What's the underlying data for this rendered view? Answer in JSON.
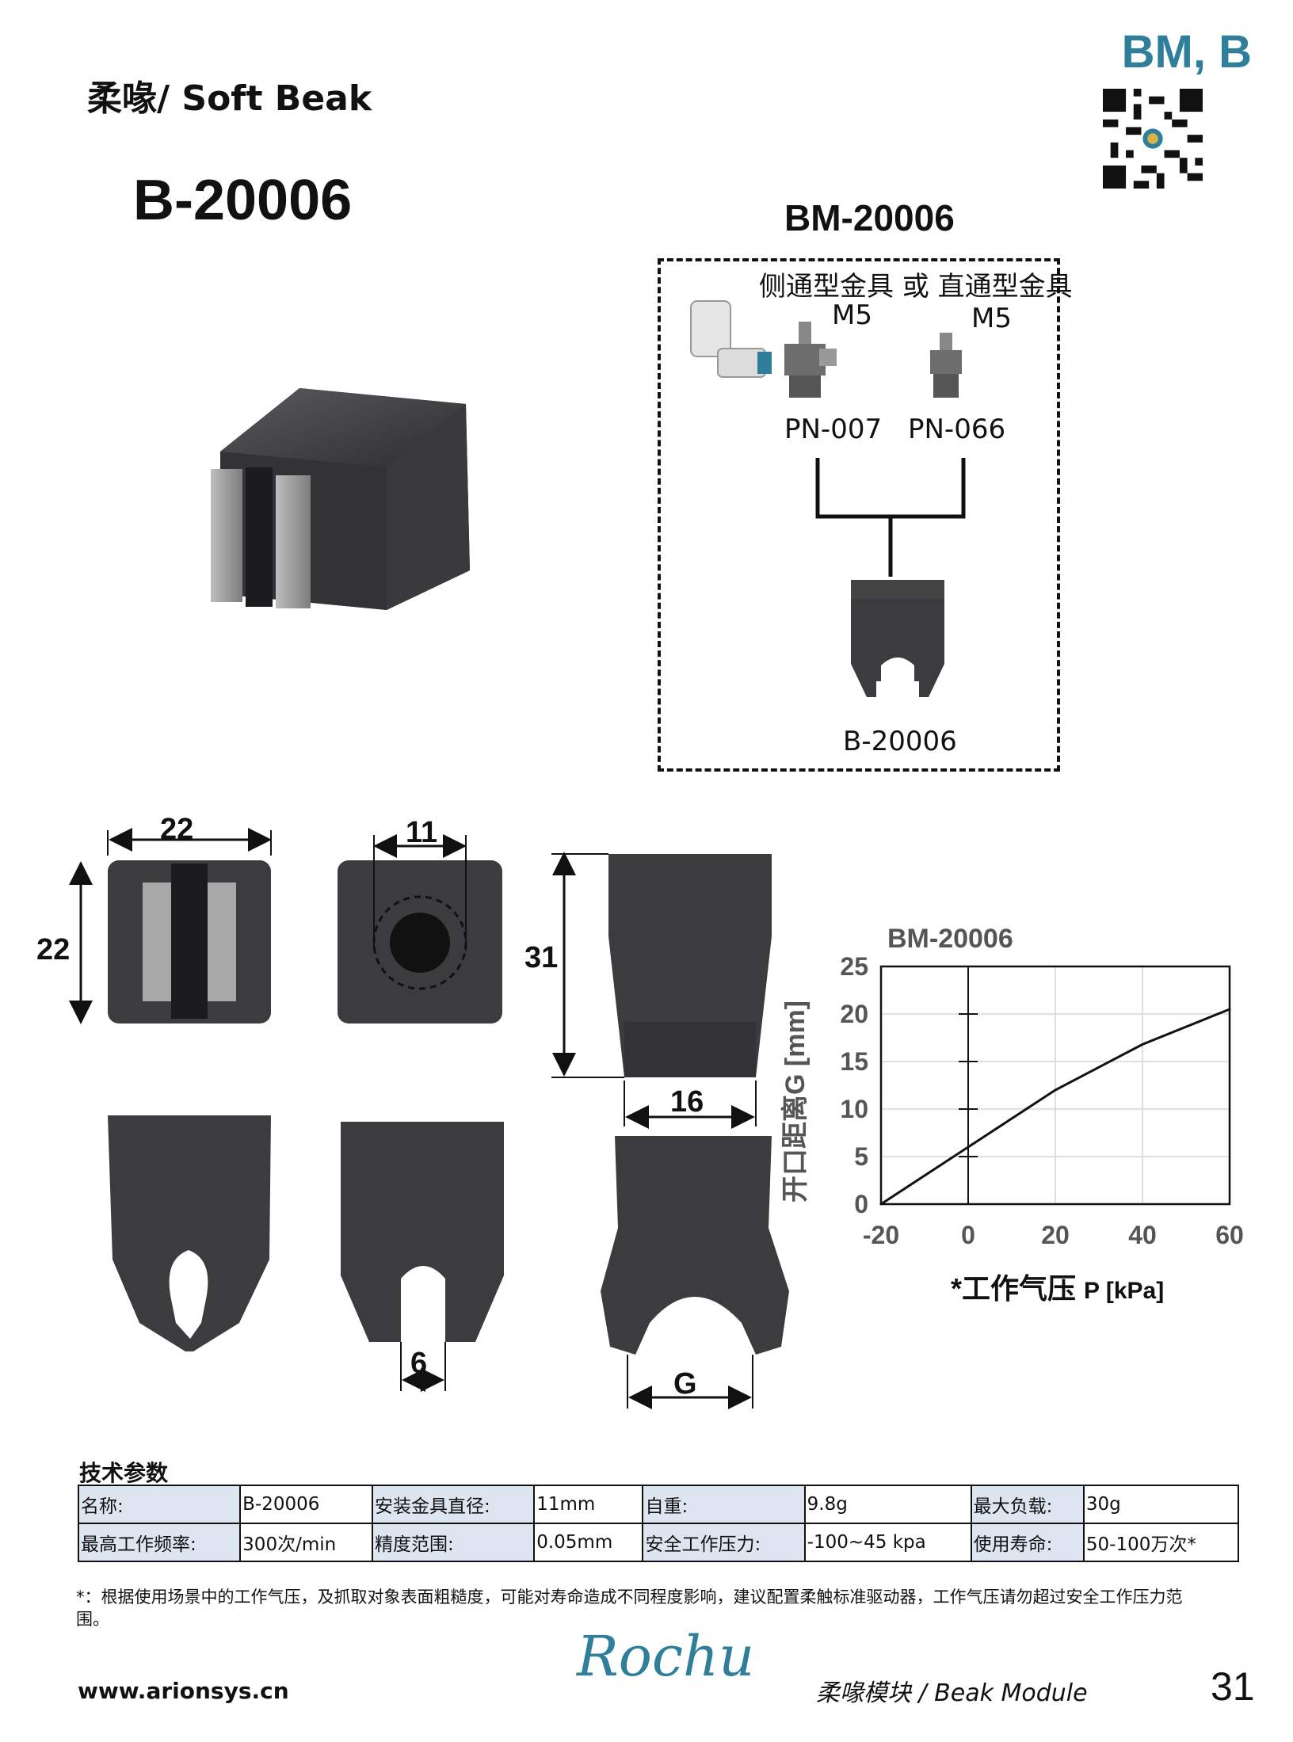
{
  "header": {
    "title": "柔喙/ Soft Beak",
    "series": "BM, B",
    "part_number": "B-20006",
    "module_number": "BM-20006"
  },
  "assembly": {
    "fittings_label": "侧通型金具 或 直通型金具",
    "thread_left": "M5",
    "thread_right": "M5",
    "fitting_left": "PN-007",
    "fitting_right": "PN-066",
    "beak_label": "B-20006"
  },
  "dimensions": {
    "width": "22",
    "height": "22",
    "bore": "11",
    "length": "31",
    "tip_width": "16",
    "gap": "6",
    "opening": "G"
  },
  "chart_data": {
    "type": "line",
    "title": "BM-20006",
    "xlabel_prefix": "*工作气压",
    "xlabel_unit": "P [kPa]",
    "ylabel": "开口距离G [mm]",
    "xlim": [
      -20,
      60
    ],
    "ylim": [
      0,
      25
    ],
    "xticks": [
      "-20",
      "0",
      "20",
      "40",
      "60"
    ],
    "yticks": [
      "0",
      "5",
      "10",
      "15",
      "20",
      "25"
    ],
    "grid": true,
    "series": [
      {
        "x": [
          -20,
          0,
          20,
          40,
          60
        ],
        "y": [
          0,
          6,
          12,
          16.8,
          20.5
        ]
      }
    ],
    "color": "#111111"
  },
  "specs": {
    "title": "技术参数",
    "rows": [
      [
        "名称:",
        "B-20006",
        "安装金具直径:",
        "11mm",
        "自重:",
        "9.8g",
        "最大负载:",
        "30g"
      ],
      [
        "最高工作频率:",
        "300次/min",
        "精度范围:",
        "0.05mm",
        "安全工作压力:",
        " -100~45 kpa",
        "使用寿命:",
        "50-100万次*"
      ]
    ]
  },
  "footnote": "*：根据使用场景中的工作气压，及抓取对象表面粗糙度，可能对寿命造成不同程度影响，建议配置柔触标准驱动器，工作气压请勿超过安全工作压力范围。",
  "footer": {
    "url": "www.arionsys.cn",
    "brand": "Rochu",
    "module_name": "柔喙模块 / Beak Module",
    "page": "31"
  },
  "colors": {
    "accent": "#2f7f9a",
    "part": "#3c3c3e",
    "table_label_bg": "#dde5f1"
  }
}
